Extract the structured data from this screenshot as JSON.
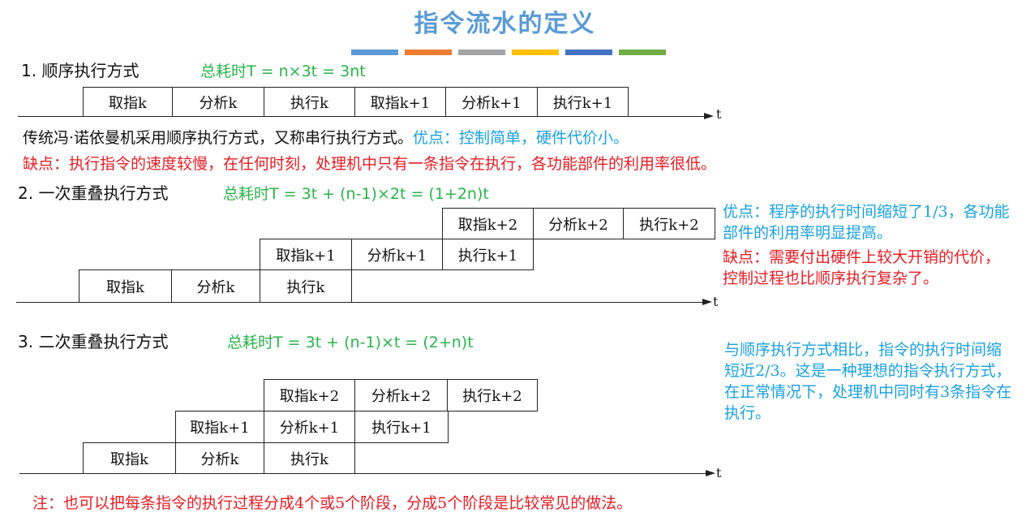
{
  "title": "指令流水的定义",
  "title_bar_colors": [
    "#5b9bd5",
    "#ed7d31",
    "#a5a5a5",
    "#ffc000",
    "#4472c4",
    "#70ad47"
  ],
  "sections": [
    {
      "heading": "1. 顺序执行方式",
      "formula": "总耗时T = n×3t = 3nt",
      "rows": [
        [
          "取指k",
          "分析k",
          "执行k",
          "取指k+1",
          "分析k+1",
          "执行k+1"
        ]
      ],
      "axis_label": "t"
    },
    {
      "heading": "2. 一次重叠执行方式",
      "formula": "总耗时T = 3t + (n-1)×2t = (1+2n)t",
      "rows": [
        [
          "取指k+2",
          "分析k+2",
          "执行k+2"
        ],
        [
          "取指k+1",
          "分析k+1",
          "执行k+1"
        ],
        [
          "取指k",
          "分析k",
          "执行k"
        ]
      ],
      "axis_label": "t"
    },
    {
      "heading": "3. 二次重叠执行方式",
      "formula": "总耗时T = 3t + (n-1)×t = (2+n)t",
      "rows": [
        [
          "取指k+2",
          "分析k+2",
          "执行k+2"
        ],
        [
          "取指k+1",
          "分析k+1",
          "执行k+1"
        ],
        [
          "取指k",
          "分析k",
          "执行k"
        ]
      ],
      "axis_label": "t"
    }
  ],
  "text": {
    "seq_desc": "传统冯·诺依曼机采用顺序执行方式，又称串行执行方式。",
    "seq_pros": "优点：控制简单，硬件代价小。",
    "seq_cons": "缺点：执行指令的速度较慢，在任何时刻，处理机中只有一条指令在执行，各功能部件的利用率很低。",
    "once_pros": "优点：程序的执行时间缩短了1/3，各功能部件的利用率明显提高。",
    "once_cons": "缺点：需要付出硬件上较大开销的代价，控制过程也比顺序执行复杂了。",
    "twice_desc": "与顺序执行方式相比，指令的执行时间缩短近2/3。这是一种理想的指令执行方式，在正常情况下，处理机中同时有3条指令在执行。",
    "note": "注：也可以把每条指令的执行过程分成4个或5个阶段，分成5个阶段是比较常见的做法。"
  },
  "colors": {
    "title": "#5b9bd5",
    "formula": "#2ab24a",
    "red": "#e51c23",
    "blue": "#1aa0dd"
  }
}
